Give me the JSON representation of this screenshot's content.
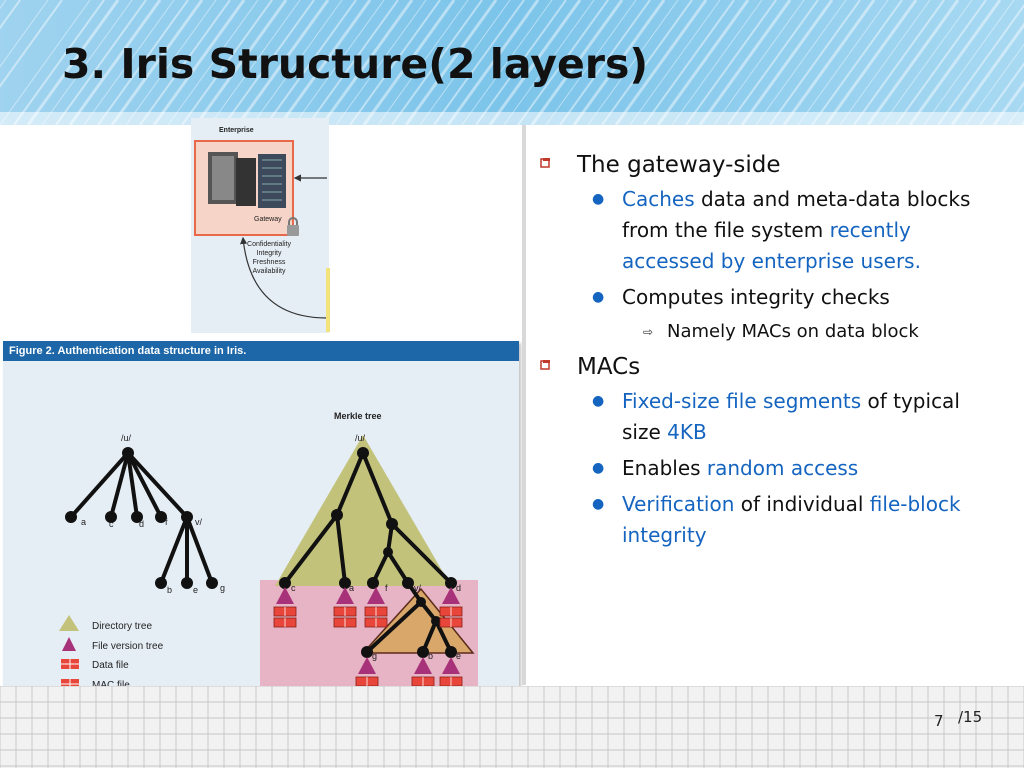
{
  "slide": {
    "title": "3. Iris Structure(2 layers)",
    "page_number": "7",
    "page_total": "/15"
  },
  "colors": {
    "accent": "#1565c0",
    "bullet_marker": "#c0392b",
    "caption_bg": "#1d67a8"
  },
  "enterprise_figure": {
    "enterprise_label": "Enterprise",
    "gateway_label": "Gateway",
    "properties": [
      "Confidentiality",
      "Integrity",
      "Freshness",
      "Availability"
    ]
  },
  "figure2": {
    "caption": "Figure 2. Authentication data structure in Iris.",
    "merkle_label": "Merkle tree",
    "left_tree": {
      "root": "/u/",
      "leaves": [
        "a",
        "c",
        "d",
        "f",
        "v/",
        "b",
        "e",
        "g"
      ]
    },
    "right_tree": {
      "root": "/u/",
      "leaves": [
        "c",
        "a",
        "f",
        "v/",
        "d",
        "g",
        "b",
        "e"
      ]
    },
    "legend": [
      "Directory tree",
      "File version tree",
      "Data file",
      "MAC file"
    ]
  },
  "bullets": {
    "gateway": {
      "heading": "The gateway-side",
      "b1_part1": "Caches",
      "b1_part2": " data and meta-data blocks from the file system ",
      "b1_part3": "recently accessed by enterprise users.",
      "b2": "Computes integrity checks",
      "b2_sub": "Namely MACs on data block"
    },
    "macs": {
      "heading": "MACs",
      "b1_part1": "Fixed-size file segments",
      "b1_part2": " of typical size ",
      "b1_part3": "4KB",
      "b2_part1": "Enables ",
      "b2_part2": "random access",
      "b3_part1": "Verification",
      "b3_part2": " of individual ",
      "b3_part3": "file-block integrity"
    }
  }
}
